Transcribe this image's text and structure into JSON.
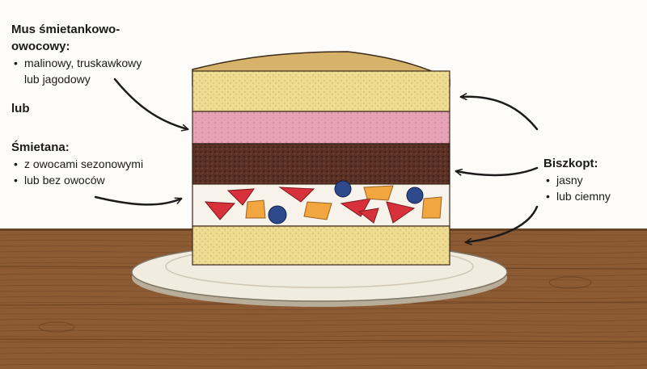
{
  "left_labels": {
    "mousse": {
      "heading_line1": "Mus śmietankowo-",
      "heading_line2": "owocowy:",
      "item1": "malinowy, truskawkowy",
      "item1_cont": "lub jagodowy"
    },
    "or": "lub",
    "cream": {
      "heading": "Śmietana:",
      "item1": "z owocami sezonowymi",
      "item2": "lub bez owoców"
    }
  },
  "right_labels": {
    "sponge": {
      "heading": "Biszkopt:",
      "item1": "jasny",
      "item2": "lub ciemny"
    }
  },
  "colors": {
    "light_sponge": "#eedc92",
    "mousse": "#e7a3b6",
    "dark_sponge": "#5b3125",
    "cream": "#f7f2ea",
    "table_wood": "#8c5a33",
    "plate": "#f1ece0",
    "arrow": "#1b1b1b"
  }
}
